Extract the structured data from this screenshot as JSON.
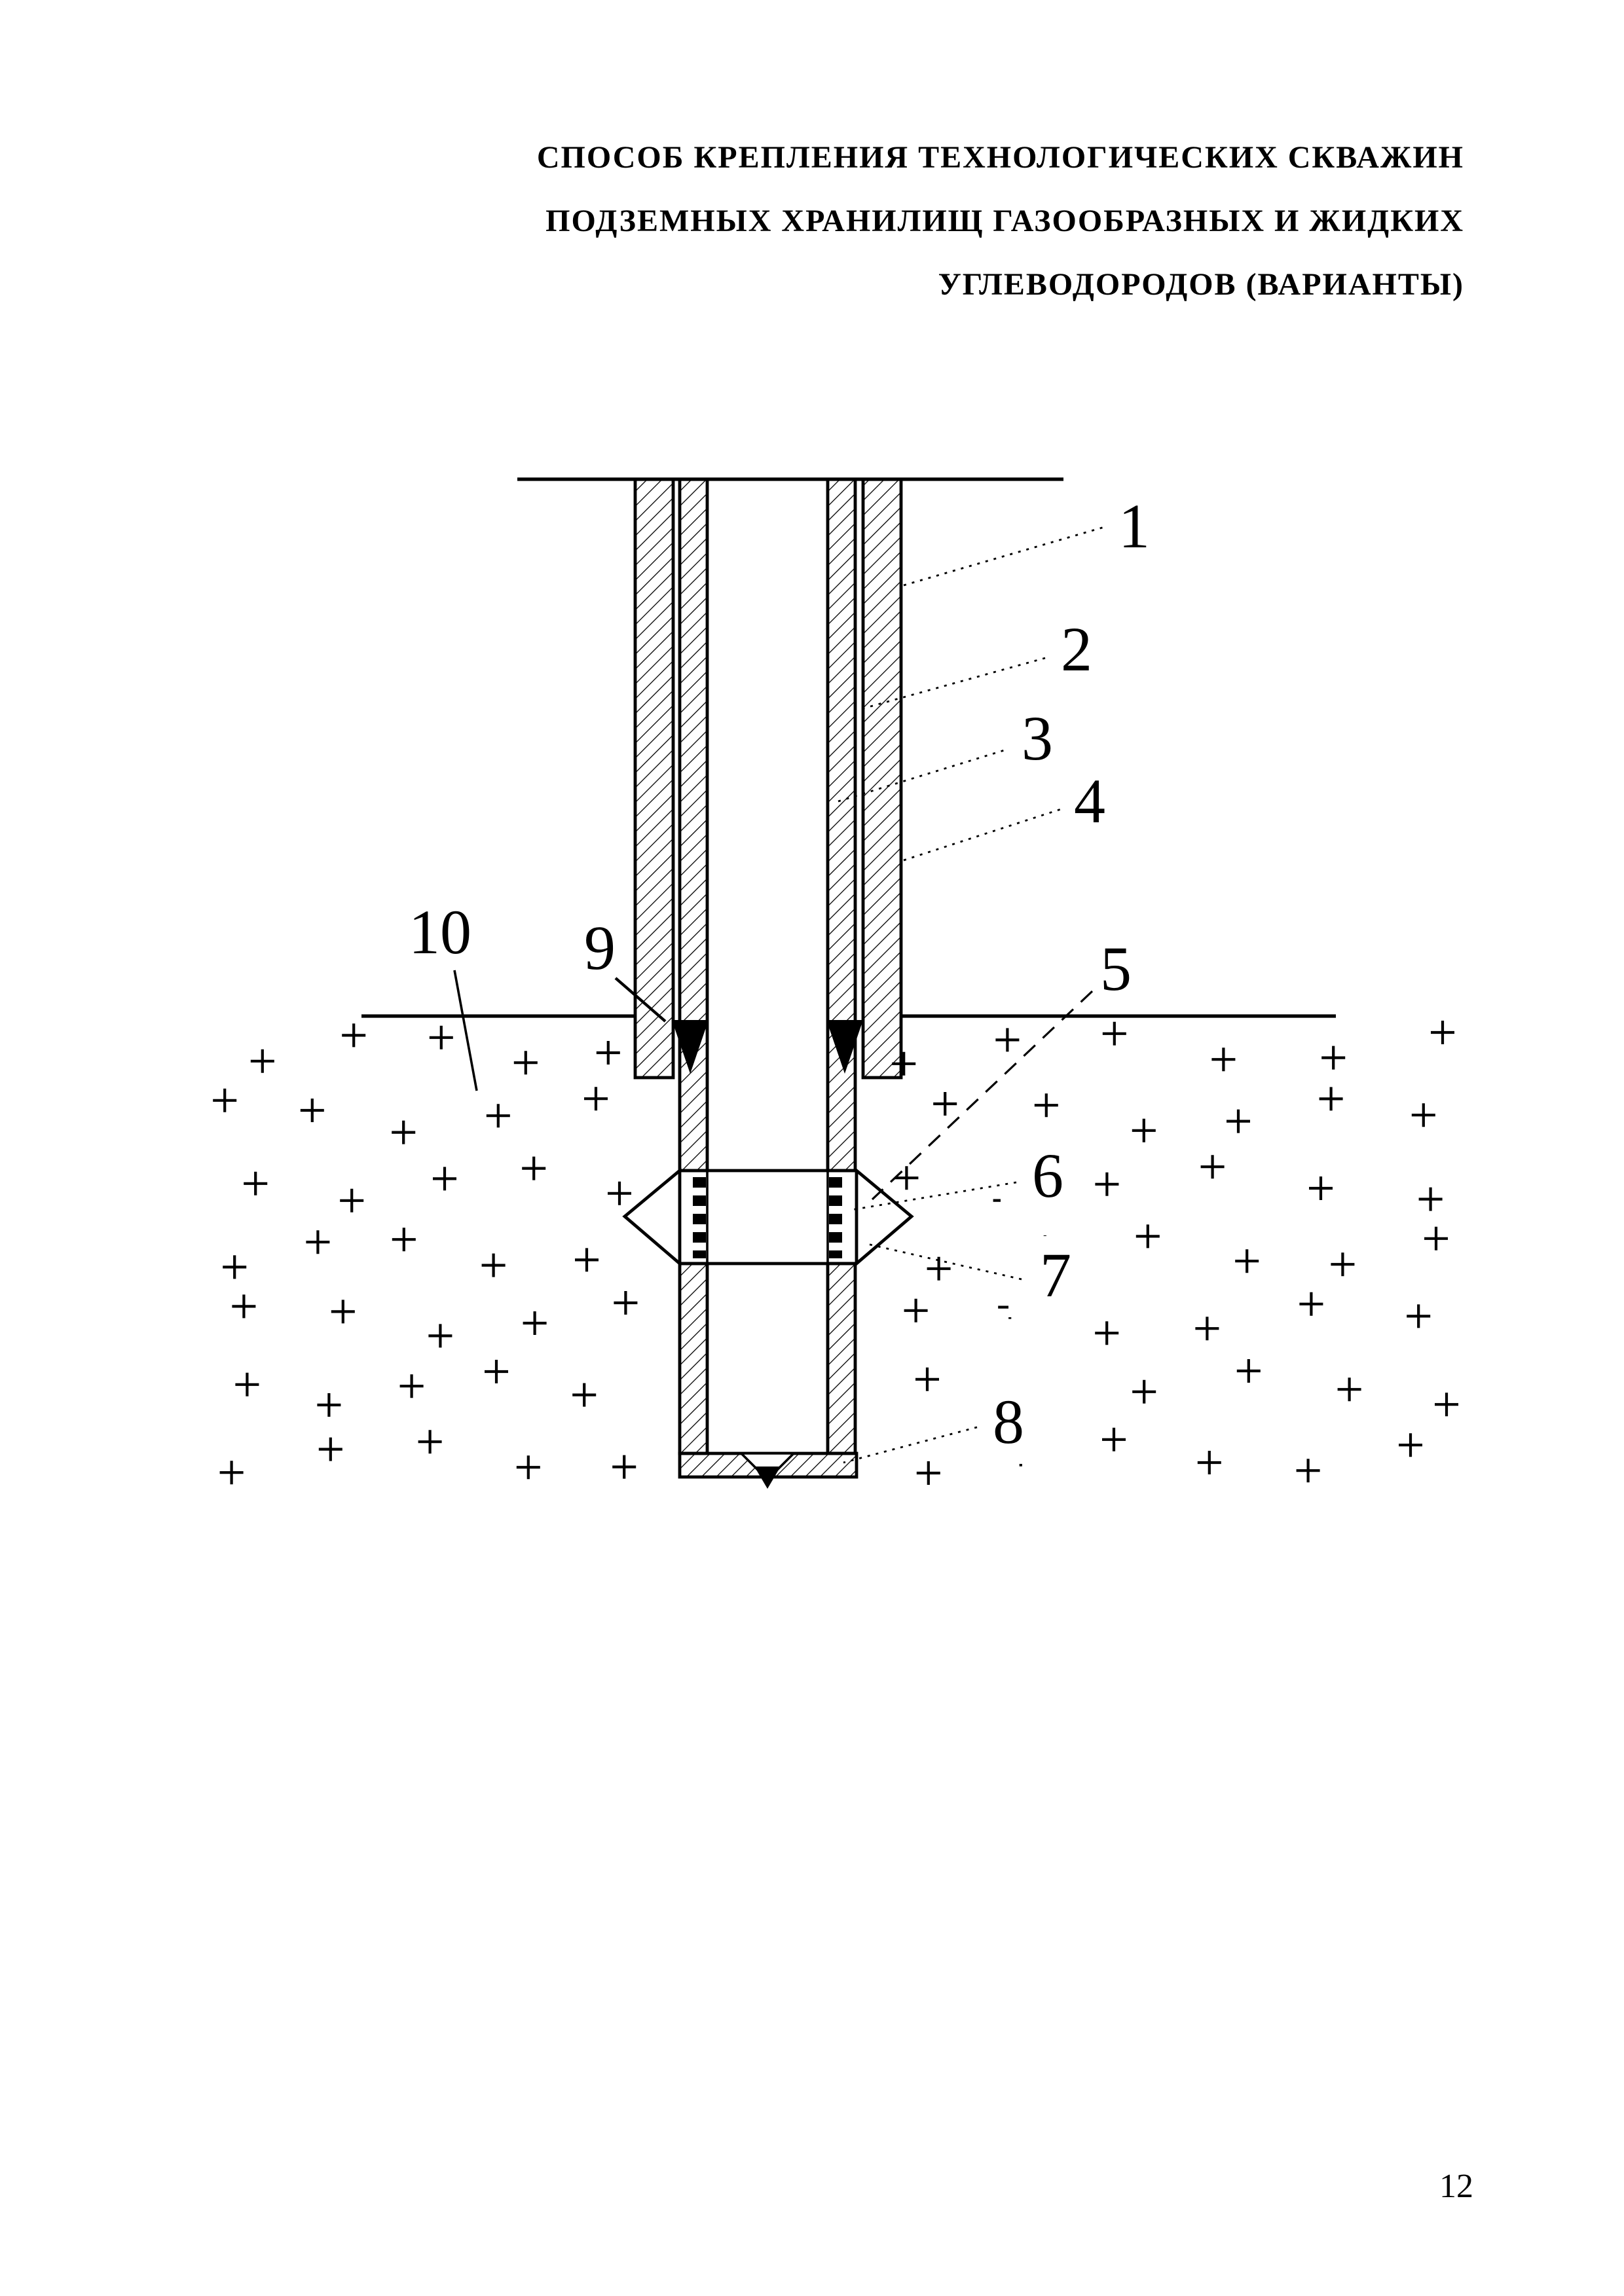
{
  "document": {
    "title_lines": [
      "СПОСОБ КРЕПЛЕНИЯ ТЕХНОЛОГИЧЕСКИХ СКВАЖИН",
      "ПОДЗЕМНЫХ ХРАНИЛИЩ ГАЗООБРАЗНЫХ И ЖИДКИХ",
      "УГЛЕВОДОРОДОВ (ВАРИАНТЫ)"
    ],
    "page_number": "12"
  },
  "figure": {
    "type": "patent-technical-drawing",
    "colors": {
      "ink": "#000000",
      "paper": "#ffffff"
    },
    "callouts": [
      "1",
      "2",
      "3",
      "4",
      "5",
      "6",
      "7",
      "8",
      "9",
      "10"
    ]
  }
}
